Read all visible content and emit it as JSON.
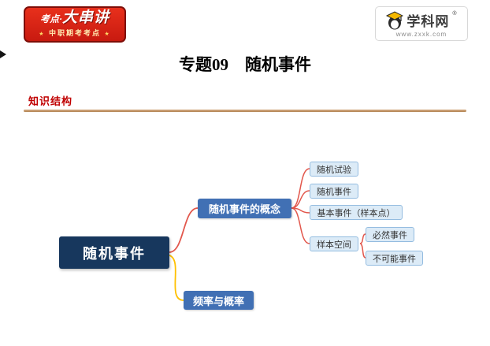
{
  "badge": {
    "prefix": "考点·",
    "main": "大串讲",
    "sub": "中职期考考点",
    "star": "★"
  },
  "logo": {
    "brand": "学科网",
    "reg": "®",
    "site": "www.zxxk.com"
  },
  "title": "专题09　随机事件",
  "section_label": "知识结构",
  "mindmap": {
    "root": "随机事件",
    "branches": [
      {
        "label": "随机事件的概念"
      },
      {
        "label": "频率与概率"
      }
    ],
    "leaves": [
      {
        "label": "随机试验"
      },
      {
        "label": "随机事件"
      },
      {
        "label": "基本事件（样本点）"
      },
      {
        "label": "样本空间"
      }
    ],
    "subleaves": [
      {
        "label": "必然事件"
      },
      {
        "label": "不可能事件"
      }
    ]
  },
  "colors": {
    "root_bg": "#17375d",
    "branch_bg": "#4170b4",
    "leaf_bg": "#dcebf7",
    "leaf_border": "#94bce0",
    "line_red": "#e2574c",
    "line_yellow": "#ffc000",
    "accent_red": "#c00000",
    "rule_tan": "#c9a273"
  }
}
